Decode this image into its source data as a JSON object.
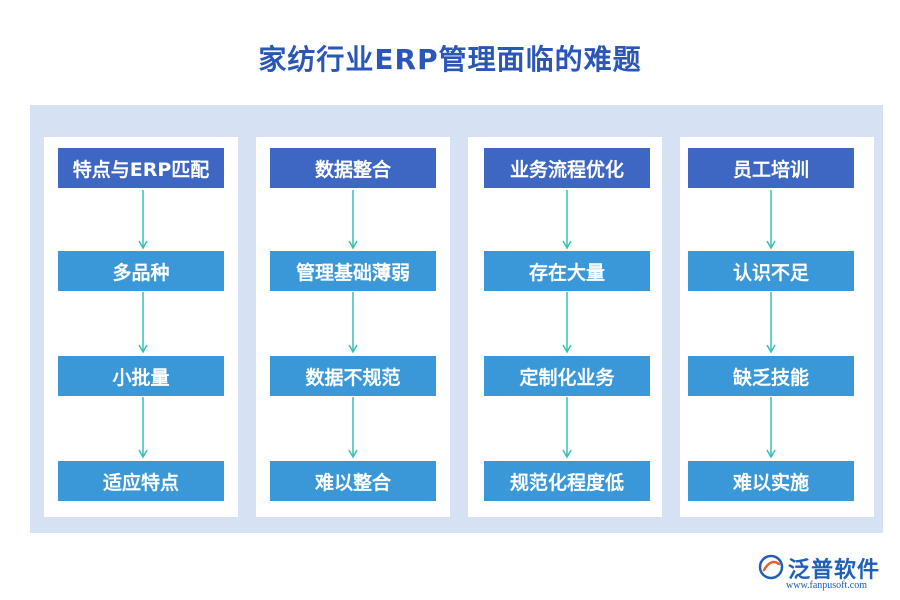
{
  "title": "家纺行业ERP管理面临的难题",
  "columns": [
    {
      "header": "特点与ERP匹配",
      "steps": [
        "多品种",
        "小批量",
        "适应特点"
      ]
    },
    {
      "header": "数据整合",
      "steps": [
        "管理基础薄弱",
        "数据不规范",
        "难以整合"
      ]
    },
    {
      "header": "业务流程优化",
      "steps": [
        "存在大量",
        "定制化业务",
        "规范化程度低"
      ]
    },
    {
      "header": "员工培训",
      "steps": [
        "认识不足",
        "缺乏技能",
        "难以实施"
      ]
    }
  ],
  "logo": {
    "name": "泛普软件",
    "url": "www.fanpusoft.com"
  },
  "colors": {
    "title": "#2a56b8",
    "panel": "#d6e1f3",
    "header_box": "#3e67c4",
    "step_box": "#3a98d8",
    "arrow": "#39bfb6"
  },
  "icons": {
    "connector": "arrow-down-icon",
    "logo": "fanpu-logo-icon"
  }
}
